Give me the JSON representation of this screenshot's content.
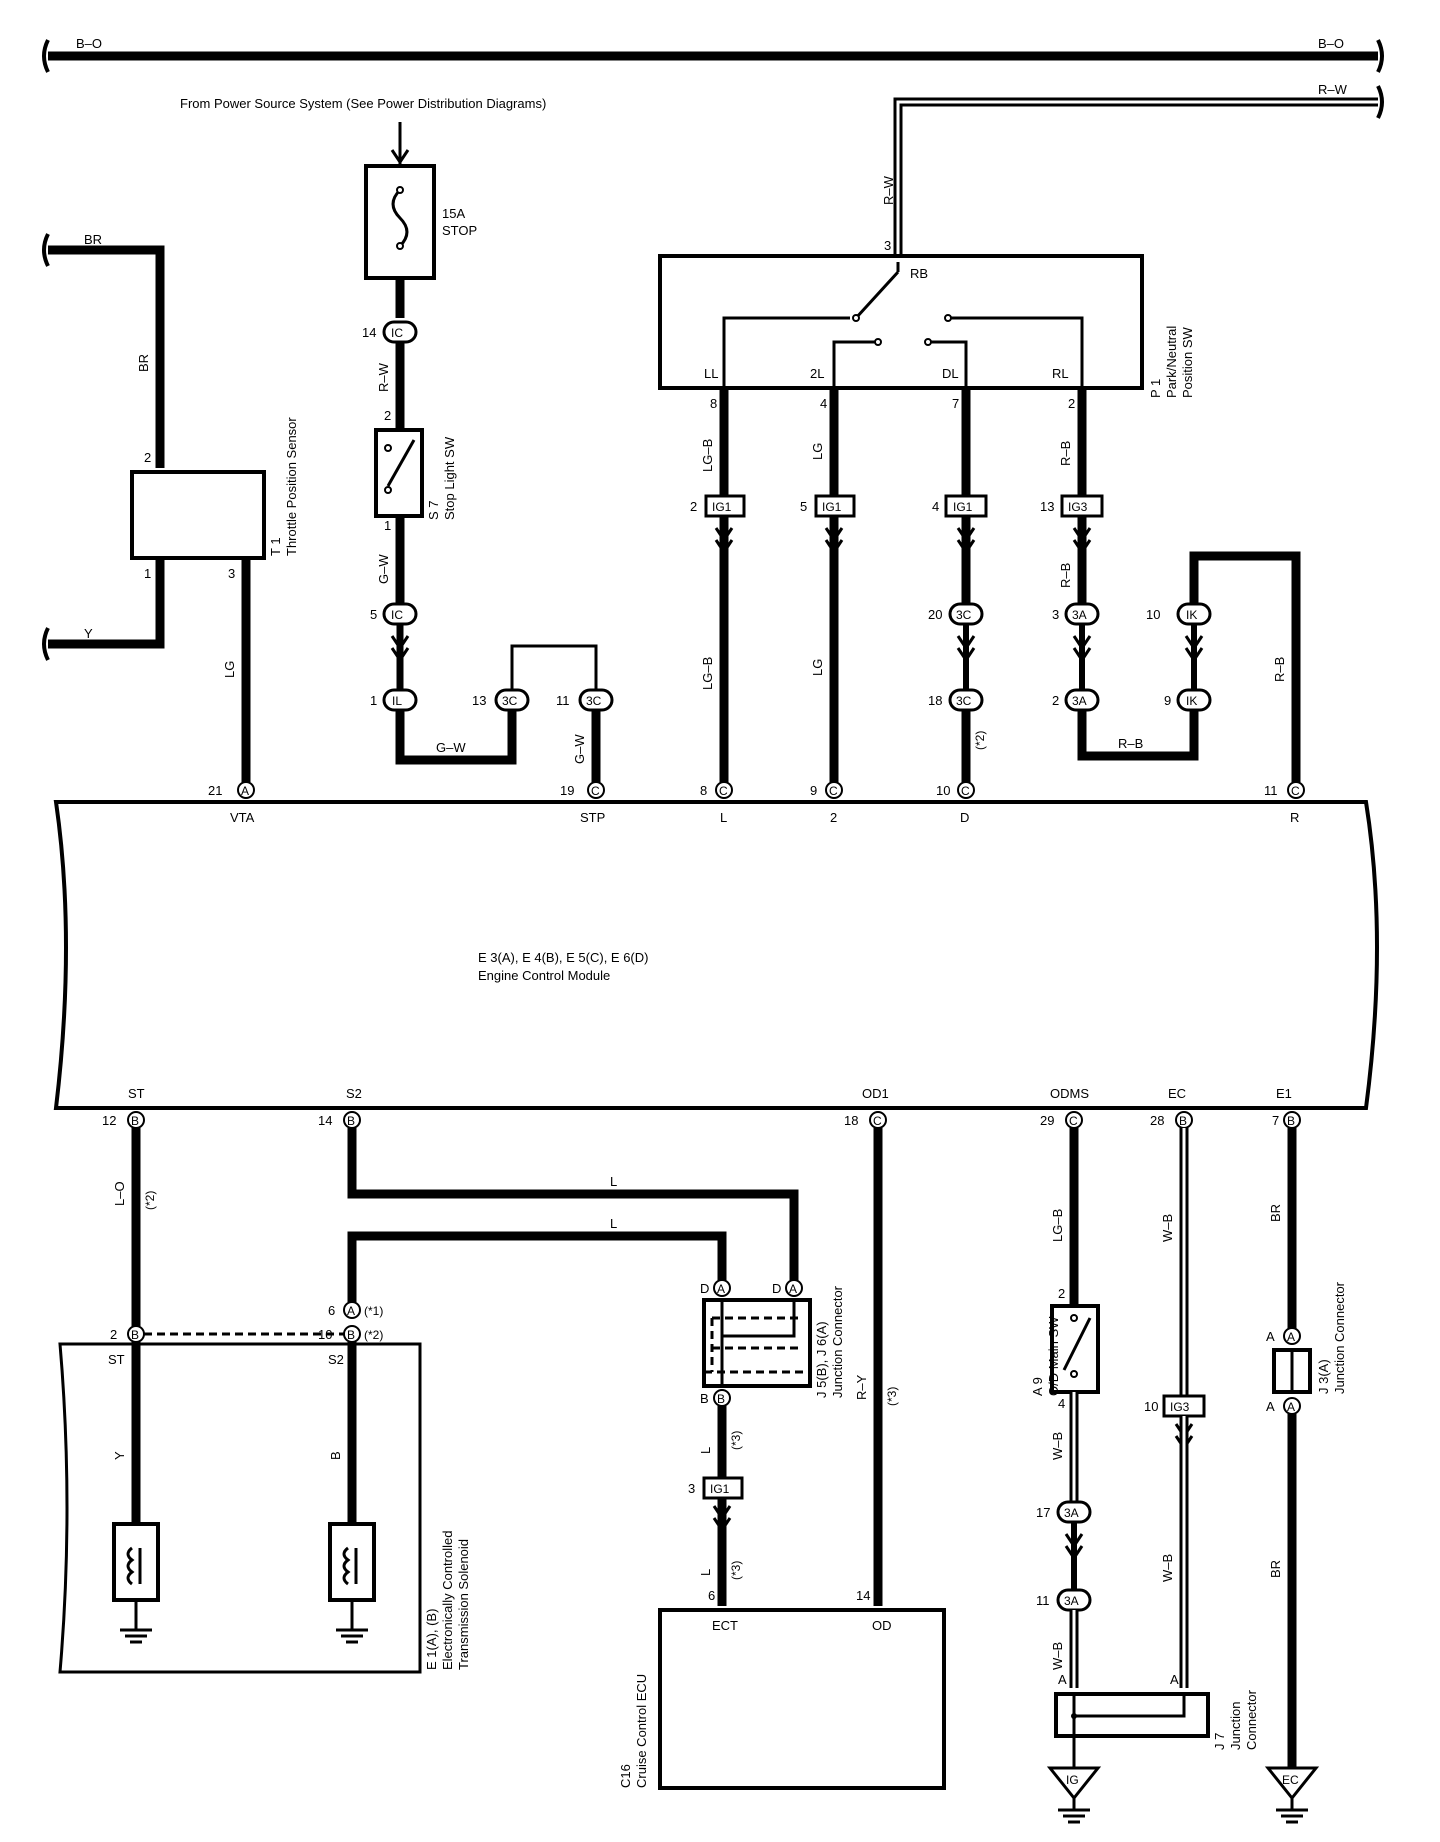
{
  "header": {
    "power_source": "From Power Source System (See Power Distribution Diagrams)"
  },
  "buses": {
    "b_o_left": "B–O",
    "b_o_right": "B–O",
    "r_w_right": "R–W"
  },
  "fuse": {
    "rating": "15A",
    "name": "STOP"
  },
  "stop_light_sw": {
    "code": "S 7",
    "name": "Stop Light SW"
  },
  "throttle_sensor": {
    "code": "T 1",
    "name": "Throttle Position Sensor"
  },
  "park_neutral_sw": {
    "code": "P 1",
    "name_line1": "Park/Neutral",
    "name_line2": "Position SW",
    "rb": "RB",
    "ll": "LL",
    "l2": "2L",
    "dl": "DL",
    "rl": "RL"
  },
  "ecm": {
    "line1": "E 3(A), E 4(B), E 5(C), E 6(D)",
    "line2": "Engine Control Module",
    "top_terminals": [
      "VTA",
      "STP",
      "L",
      "2",
      "D",
      "R"
    ],
    "bottom_terminals": [
      "ST",
      "S2",
      "OD1",
      "ODMS",
      "EC",
      "E1"
    ]
  },
  "solenoid": {
    "code": "E 1(A), (B)",
    "line1": "Electronically Controlled",
    "line2": "Transmission Solenoid"
  },
  "j5j6": {
    "line1": "J 5(B), J 6(A)",
    "line2": "Junction Connector"
  },
  "j3": {
    "line1": "J 3(A)",
    "line2": "Junction Connector"
  },
  "j7": {
    "code": "J 7",
    "line1": "Junction",
    "line2": "Connector"
  },
  "od_main_sw": {
    "code": "A 9",
    "name": "O/D Main SW"
  },
  "cruise_ecu": {
    "code": "C16",
    "name": "Cruise Control ECU",
    "ect": "ECT",
    "od": "OD"
  },
  "grounds": {
    "ig": "IG",
    "ec": "EC"
  },
  "wire_colors": {
    "br": "BR",
    "y": "Y",
    "lg": "LG",
    "r_w": "R–W",
    "g_w": "G–W",
    "lg_b": "LG–B",
    "r_b": "R–B",
    "l_o": "L–O",
    "l": "L",
    "b": "B",
    "r_y": "R–Y",
    "w_b": "W–B"
  },
  "notes": {
    "n1": "(*1)",
    "n2": "(*2)",
    "n3": "(*3)"
  },
  "connectors": {
    "ic": "IC",
    "il": "IL",
    "c3": "3C",
    "ig1": "IG1",
    "ig3": "IG3",
    "a3": "3A",
    "ik": "IK",
    "a": "A",
    "b": "B",
    "c": "C"
  }
}
